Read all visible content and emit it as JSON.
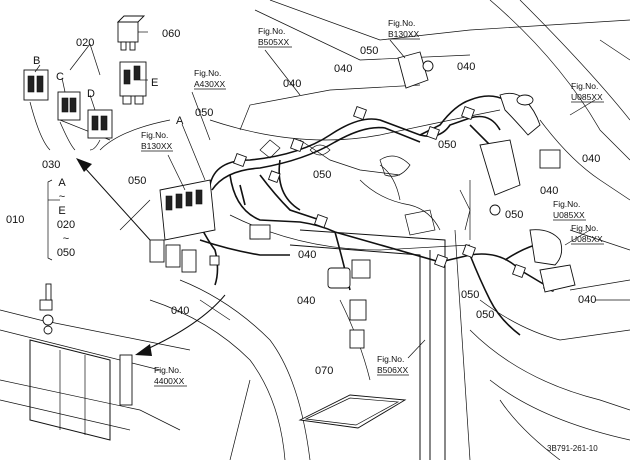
{
  "callouts": {
    "c020": "020",
    "c060": "060",
    "c030": "030",
    "c050_a": "050",
    "c050_b": "050",
    "c050_c": "050",
    "c050_d": "050",
    "c050_e": "050",
    "c050_f": "050",
    "c050_g": "050",
    "c050_h": "050",
    "c040_a": "040",
    "c040_b": "040",
    "c040_c": "040",
    "c040_d": "040",
    "c040_e": "040",
    "c040_f": "040",
    "c040_g": "040",
    "c040_h": "040",
    "c040_i": "040",
    "c070": "070",
    "c010": "010"
  },
  "letters": {
    "B": "B",
    "C": "C",
    "D": "D",
    "E": "E",
    "A_top": "A"
  },
  "range_label": [
    "A",
    "~",
    "E",
    "020",
    "~",
    "050"
  ],
  "fig_refs": {
    "b505": {
      "line1": "Fig.No.",
      "line2": "B505XX"
    },
    "b130_top": {
      "line1": "Fig.No.",
      "line2": "B130XX"
    },
    "a430": {
      "line1": "Fig.No.",
      "line2": "A430XX"
    },
    "u085_a": {
      "line1": "Fig.No.",
      "line2": "U085XX"
    },
    "b130_left": {
      "line1": "Fig.No.",
      "line2": "B130XX"
    },
    "u085_b": {
      "line1": "Fig.No.",
      "line2": "U085XX"
    },
    "u085_c": {
      "line1": "Fig.No.",
      "line2": "U085XX"
    },
    "b506": {
      "line1": "Fig.No.",
      "line2": "B506XX"
    },
    "f4400": {
      "line1": "Fig.No.",
      "line2": "4400XX"
    }
  },
  "drawing_code": "3B791-261-10"
}
